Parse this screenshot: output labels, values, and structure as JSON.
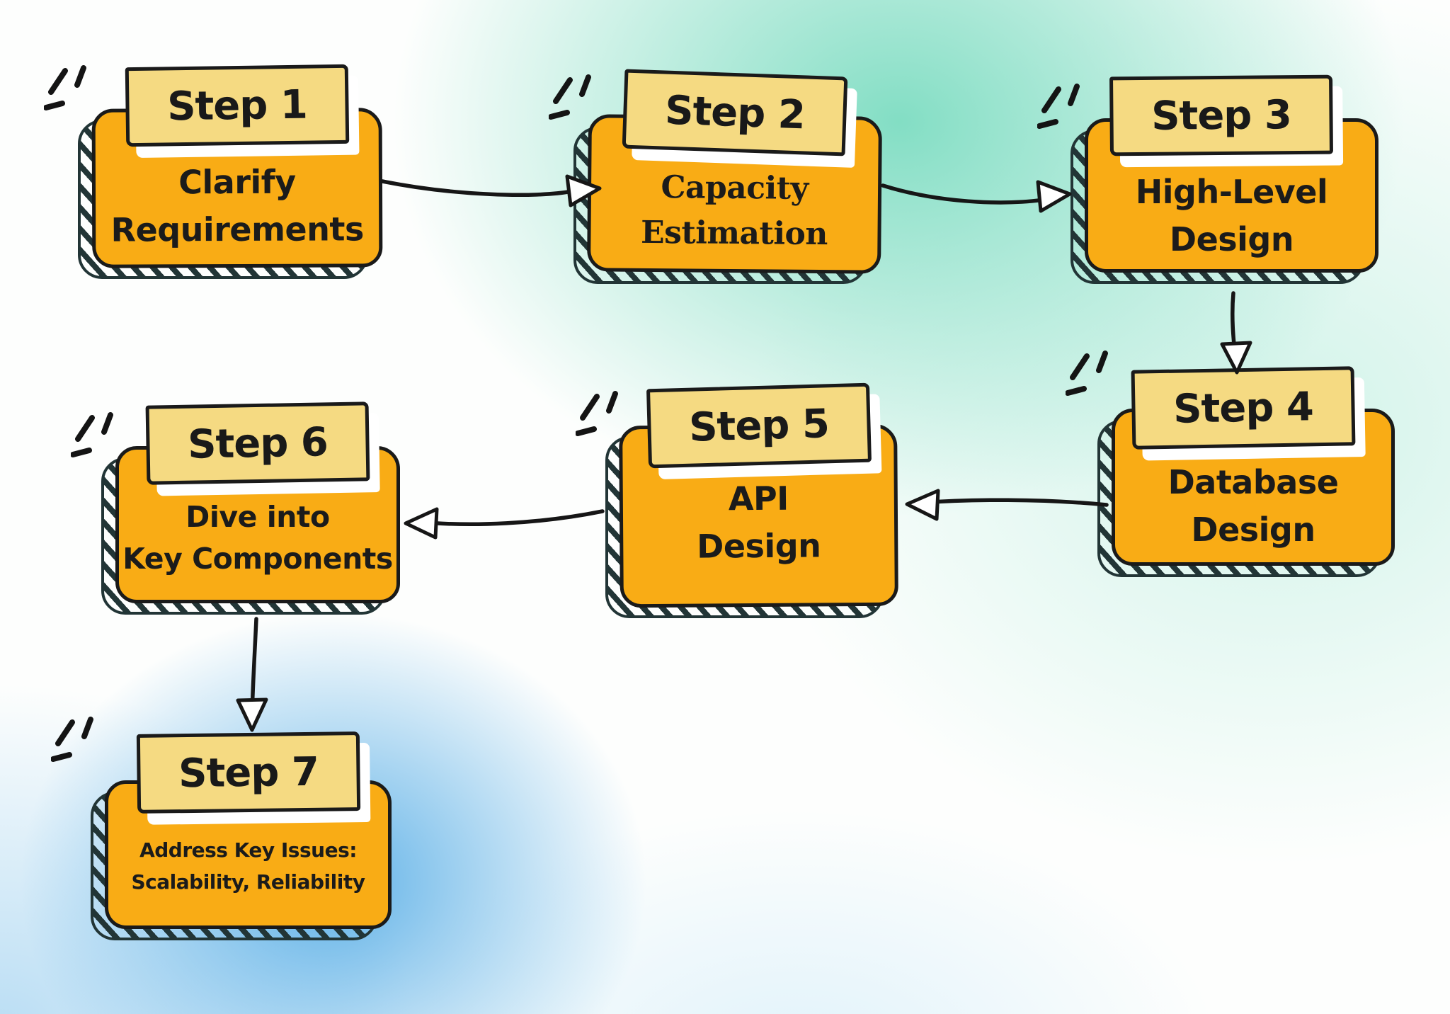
{
  "colors": {
    "box_fill": "#F9AC15",
    "label_fill": "#F5DA82",
    "outline": "#1A1A1A",
    "arrow": "#161616",
    "shadow_hatch": "#223536",
    "bg_teal": "#7CDCC1",
    "bg_blue": "#4EA9E5",
    "label_shadow": "#FFFFFF"
  },
  "steps": [
    {
      "label": "Step 1",
      "lines": [
        "Clarify",
        "Requirements"
      ]
    },
    {
      "label": "Step 2",
      "lines": [
        "Capacity",
        "Estimation"
      ]
    },
    {
      "label": "Step 3",
      "lines": [
        "High-Level",
        "Design"
      ]
    },
    {
      "label": "Step 4",
      "lines": [
        "Database",
        "Design"
      ]
    },
    {
      "label": "Step 5",
      "lines": [
        "API",
        "Design"
      ]
    },
    {
      "label": "Step 6",
      "lines": [
        "Dive into",
        "Key Components"
      ]
    },
    {
      "label": "Step 7",
      "lines": [
        "Address Key Issues:",
        "Scalability, Reliability"
      ]
    }
  ],
  "connections": [
    {
      "from": "Step 1",
      "to": "Step 2"
    },
    {
      "from": "Step 2",
      "to": "Step 3"
    },
    {
      "from": "Step 3",
      "to": "Step 4"
    },
    {
      "from": "Step 4",
      "to": "Step 5"
    },
    {
      "from": "Step 5",
      "to": "Step 6"
    },
    {
      "from": "Step 6",
      "to": "Step 7"
    }
  ]
}
